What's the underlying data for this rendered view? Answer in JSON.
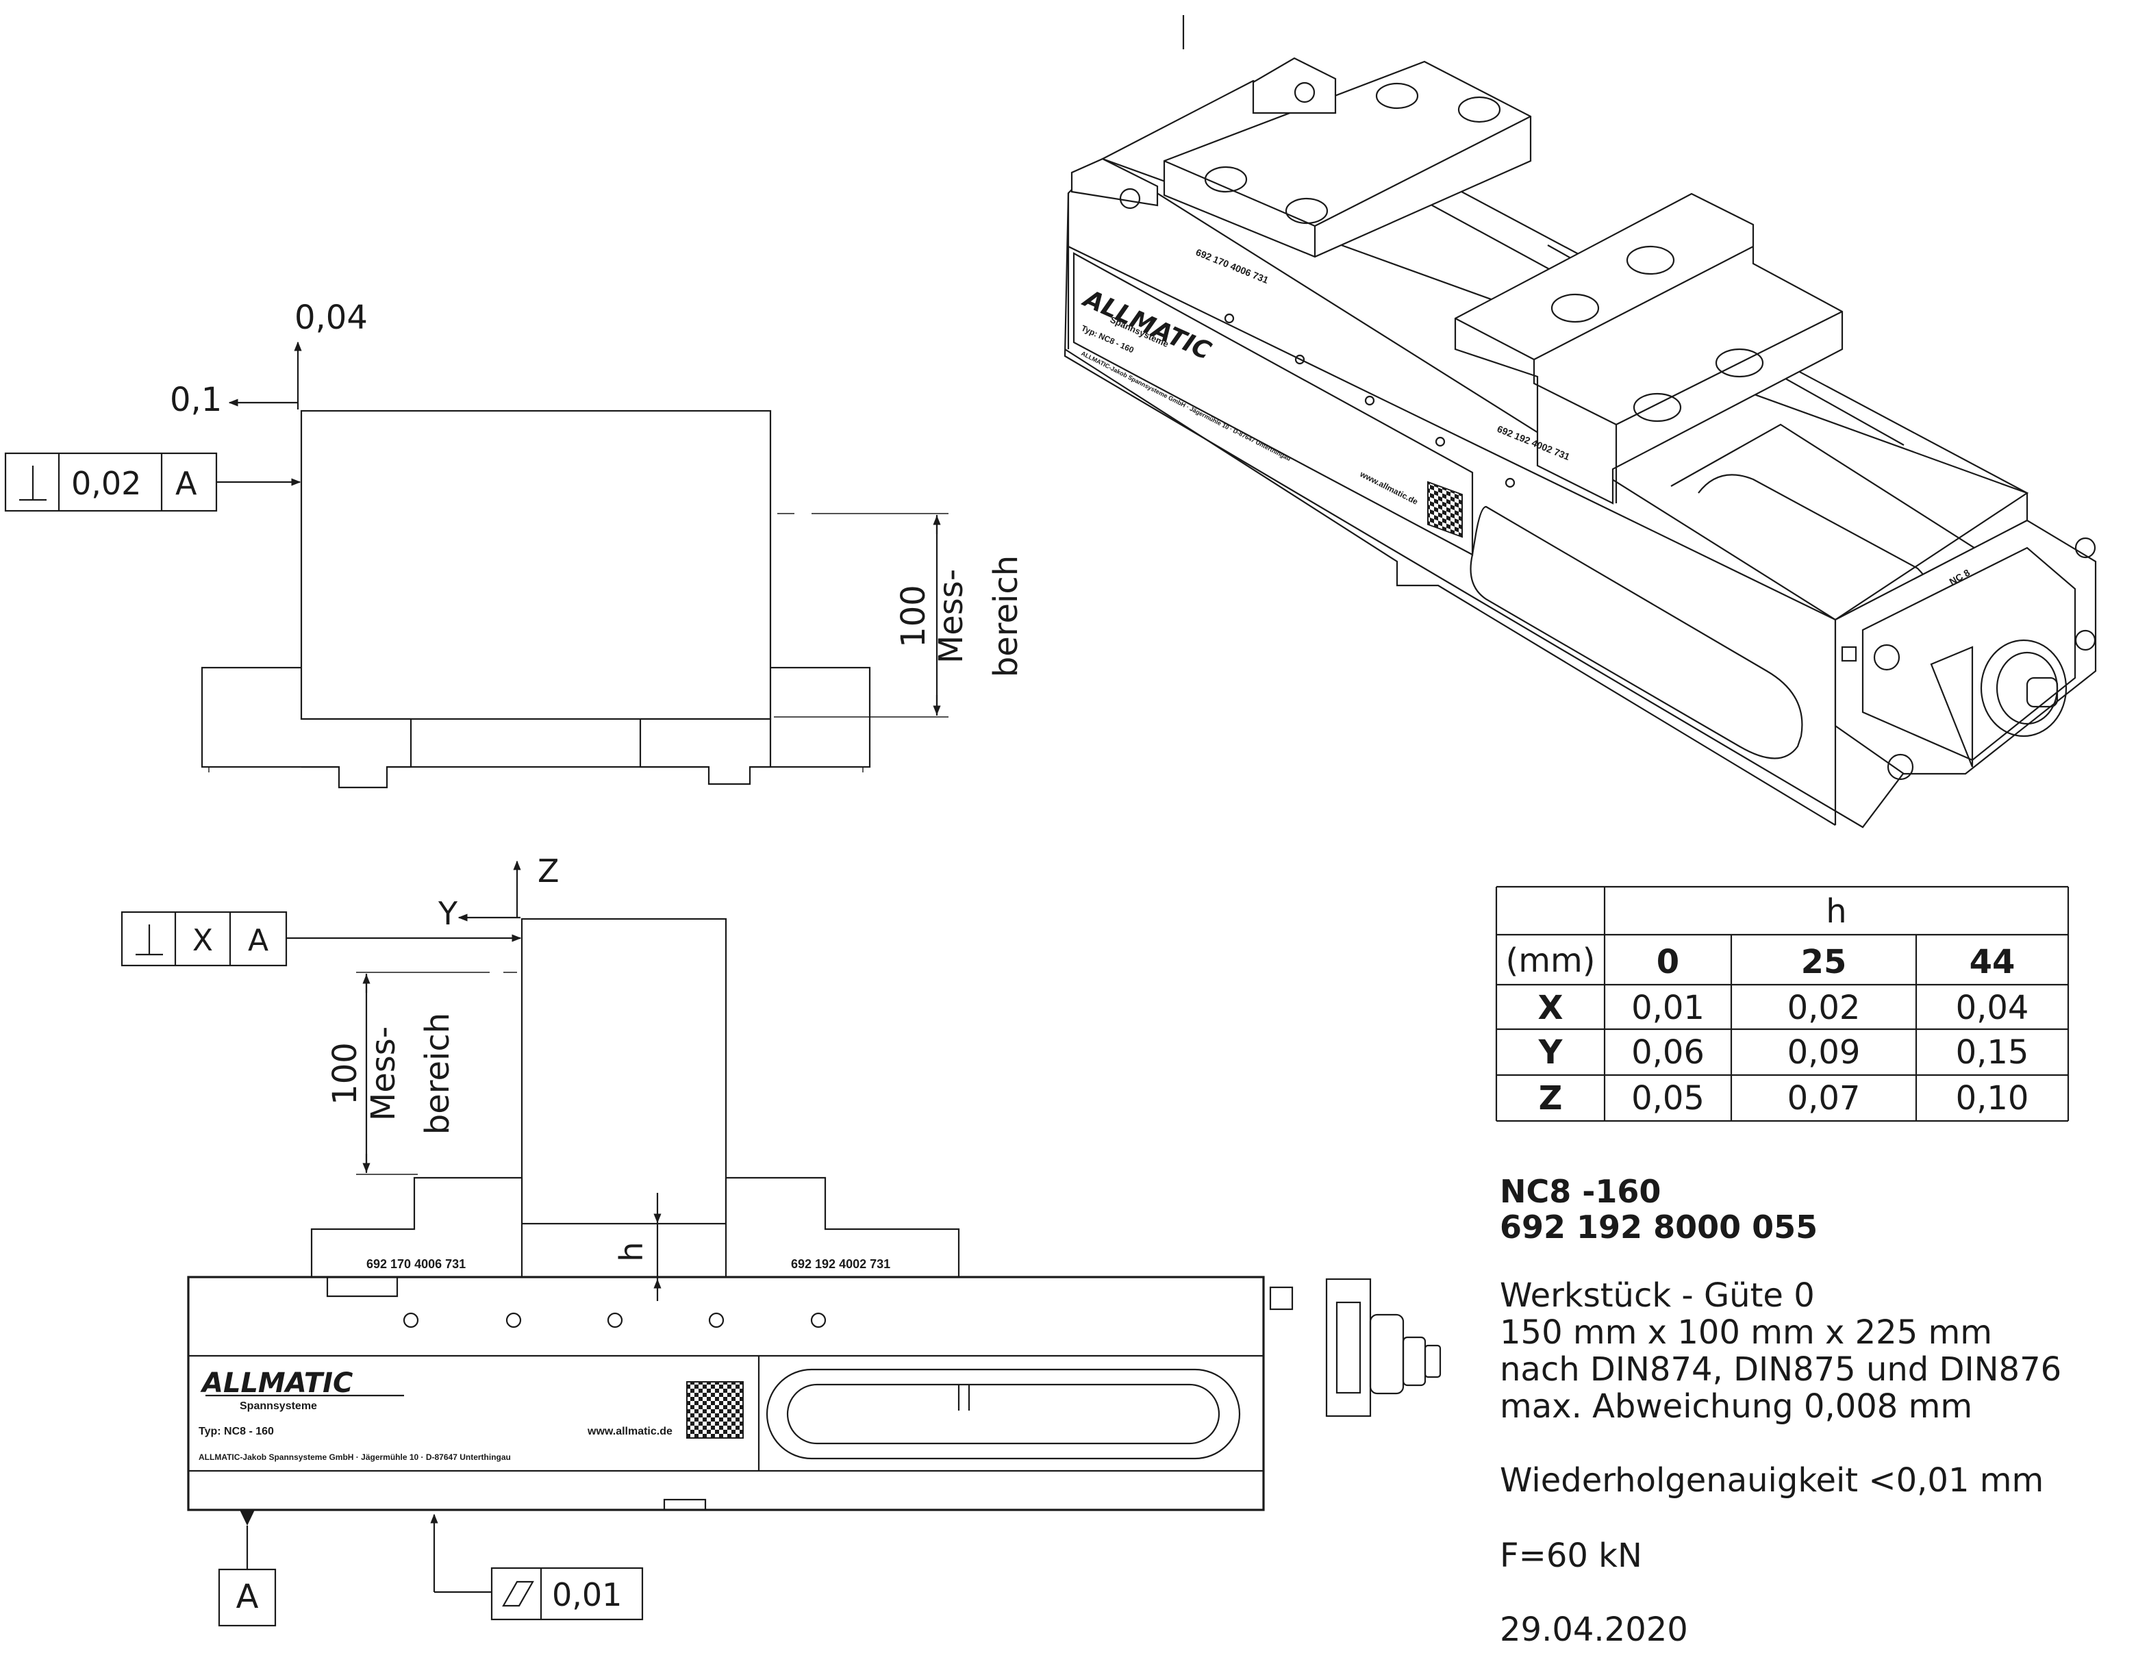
{
  "top_view": {
    "tol_vertical": "0,04",
    "tol_horizontal": "0,1",
    "frame": {
      "symbol": "⊥",
      "value": "0,02",
      "datum": "A"
    },
    "dim_value": "100",
    "dim_label_1": "Mess-",
    "dim_label_2": "bereich"
  },
  "front_view": {
    "axis_z": "Z",
    "axis_y": "Y",
    "frame": {
      "symbol": "⊥",
      "value": "X",
      "datum": "A"
    },
    "dim_value": "100",
    "dim_label_1": "Mess-",
    "dim_label_2": "bereich",
    "h_label": "h",
    "jaw_left_code": "692 170 4006 731",
    "jaw_right_code": "692 192 4002 731",
    "datum_label": "A",
    "flatness_frame": {
      "symbol": "▱",
      "value": "0,01"
    },
    "plate": {
      "brand": "ALLMATIC",
      "brand_sub": "Spannsysteme",
      "type": "Typ: NC8 - 160",
      "web": "www.allmatic.de",
      "address": "ALLMATIC-Jakob Spannsysteme GmbH · Jägermühle 10 · D-87647 Unterthingau"
    }
  },
  "iso_view": {
    "jaw_code_1": "692 170 4006 731",
    "jaw_code_2": "692 192 4002 731",
    "brand": "ALLMATIC",
    "brand_sub": "Spannsysteme",
    "type": "Typ: NC8 - 160",
    "address": "ALLMATIC-Jakob Spannsysteme GmbH · Jägermühle 10 · D-87647 Unterthingau",
    "web": "www.allmatic.de",
    "nc_label": "NC 8"
  },
  "table": {
    "top_header": "h",
    "unit_header": "(mm)",
    "columns": [
      "0",
      "25",
      "44"
    ],
    "rows": [
      {
        "axis": "X",
        "values": [
          "0,01",
          "0,02",
          "0,04"
        ]
      },
      {
        "axis": "Y",
        "values": [
          "0,06",
          "0,09",
          "0,15"
        ]
      },
      {
        "axis": "Z",
        "values": [
          "0,05",
          "0,07",
          "0,10"
        ]
      }
    ]
  },
  "info": {
    "model": "NC8 -160",
    "part_number": "692 192 8000 055",
    "workpiece_title": "Werkstück - Güte 0",
    "workpiece_size": "150 mm x 100 mm x 225 mm",
    "workpiece_norm": "nach DIN874, DIN875 und DIN876",
    "workpiece_dev": "max. Abweichung 0,008 mm",
    "repeatability": "Wiederholgenauigkeit <0,01 mm",
    "force": "F=60 kN",
    "date": "29.04.2020"
  }
}
